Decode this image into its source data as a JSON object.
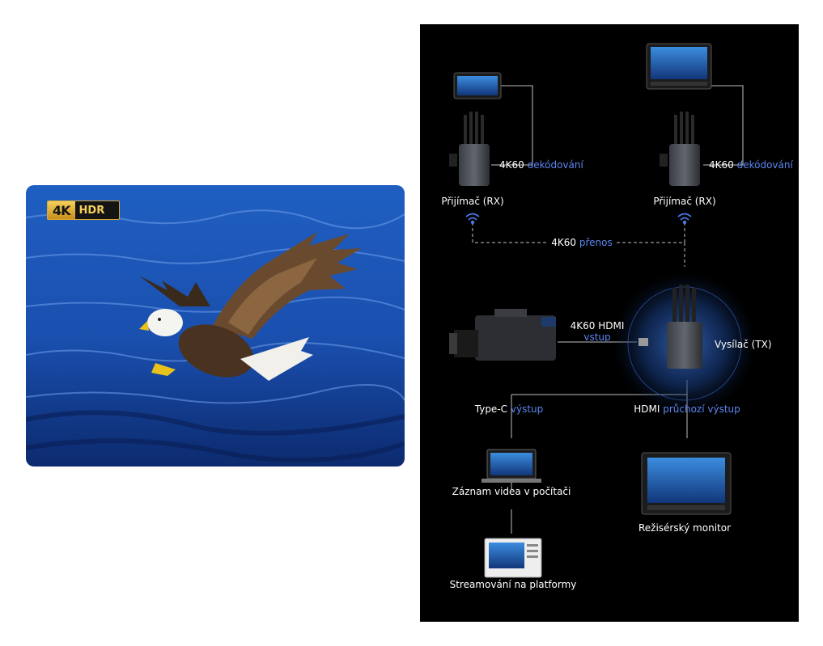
{
  "badge": {
    "k": "4K",
    "hdr": "HDR"
  },
  "labels": {
    "rx_left_decode_white": "4K60",
    "rx_left_decode_blue": "dekódování",
    "rx_left_name": "Přijímač (RX)",
    "rx_right_decode_white": "4K60",
    "rx_right_decode_blue": "dekódování",
    "rx_right_name": "Přijímač (RX)",
    "transmission_white": "4K60",
    "transmission_blue": "přenos",
    "hdmi_in_white": "4K60 HDMI",
    "hdmi_in_blue": "vstup",
    "tx_name": "Vysílač (TX)",
    "typec_white": "Type-C",
    "typec_blue": "výstup",
    "hdmi_out_white": "HDMI",
    "hdmi_out_blue": "průchozí výstup",
    "pc_record": "Záznam videa v počítači",
    "director_monitor": "Režisérský monitor",
    "streaming": "Streamování na platformy"
  },
  "colors": {
    "panel_bg": "#000000",
    "accent_blue": "#5b86f0",
    "line": "#cfcfcf",
    "badge_gold": "#f4cf5a"
  }
}
